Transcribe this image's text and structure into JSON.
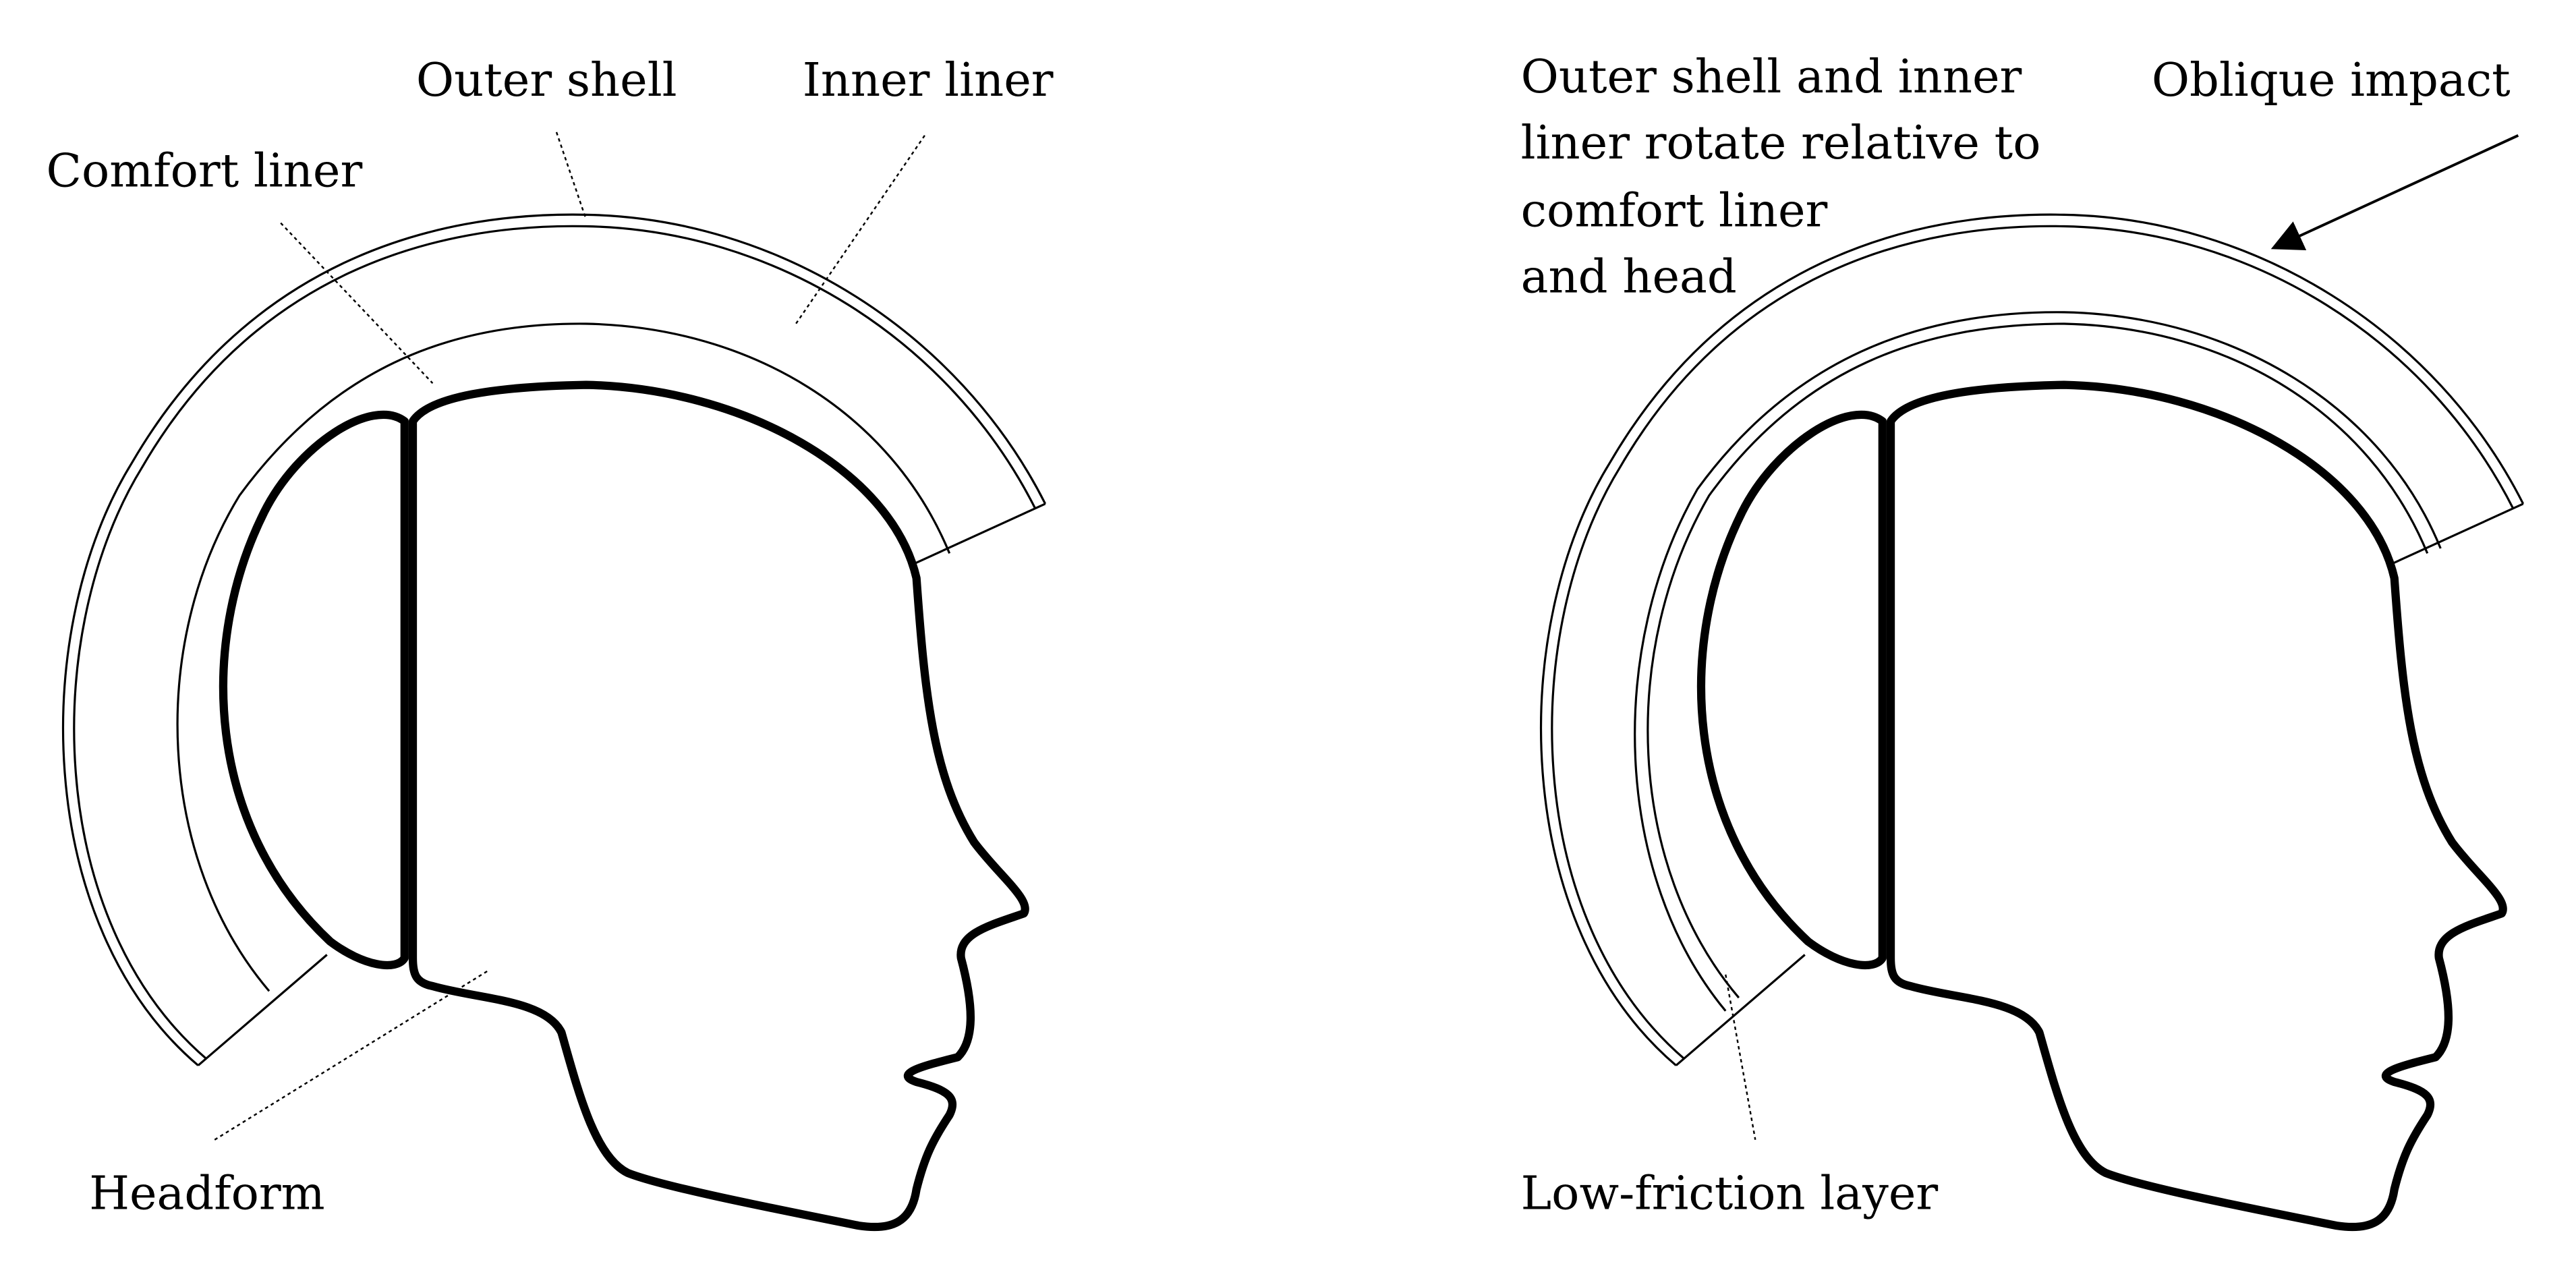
{
  "left_panel": {
    "labels": {
      "outer_shell": "Outer shell",
      "inner_liner": "Inner liner",
      "comfort_liner": "Comfort liner",
      "headform": "Headform"
    }
  },
  "right_panel": {
    "labels": {
      "rotation_line1": "Outer shell and inner",
      "rotation_line2": "liner rotate relative to",
      "rotation_line3": "comfort liner",
      "rotation_line4": "and head",
      "oblique_impact": "Oblique impact",
      "low_friction_layer": "Low-friction layer"
    }
  },
  "colors": {
    "stroke": "#000000",
    "background": "#ffffff"
  }
}
